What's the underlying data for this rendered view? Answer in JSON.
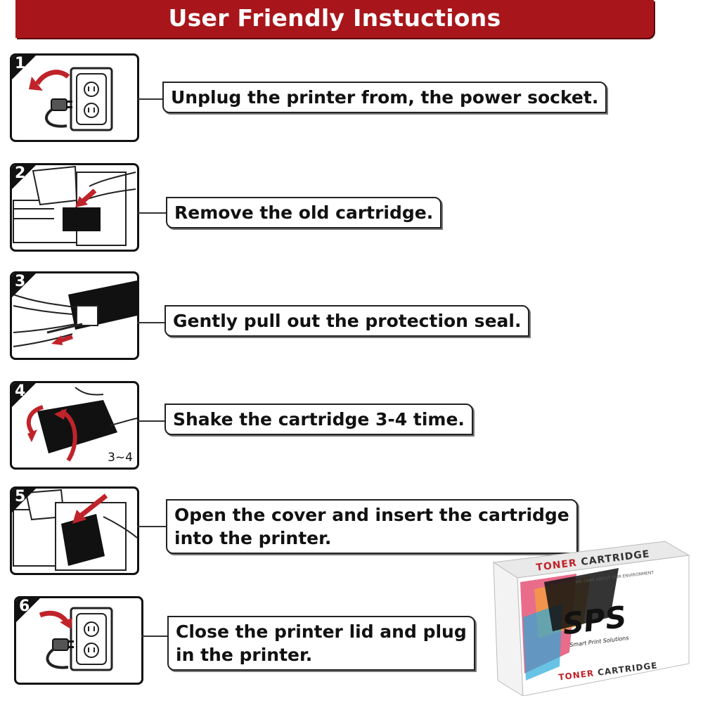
{
  "header": {
    "title": "User Friendly Instuctions"
  },
  "colors": {
    "banner": "#a8161b",
    "arrow": "#c0232a"
  },
  "steps": [
    {
      "number": "1",
      "text": "Unplug the printer from, the power socket.",
      "icon": "unplug-icon"
    },
    {
      "number": "2",
      "text": "Remove the old cartridge.",
      "icon": "remove-cartridge-icon"
    },
    {
      "number": "3",
      "text": "Gently pull out the protection seal.",
      "icon": "pull-seal-icon"
    },
    {
      "number": "4",
      "text": "Shake the cartridge 3-4 time.",
      "icon": "shake-cartridge-icon",
      "badge": "3~4"
    },
    {
      "number": "5",
      "text": "Open the cover and insert the cartridge\n into the printer.",
      "icon": "insert-cartridge-icon"
    },
    {
      "number": "6",
      "text": "Close the printer lid and plug\nin the printer.",
      "icon": "plug-in-icon"
    }
  ],
  "product": {
    "top_label_red": "TONER",
    "top_label_dark": "CARTRIDGE",
    "tagline": "WE CARE ABOUT OUR ENVIRONMENT",
    "brand": "SPS",
    "brand_sub": "Smart Print Solutions",
    "bottom_label_red": "TONER",
    "bottom_label_dark": "CARTRIDGE"
  }
}
